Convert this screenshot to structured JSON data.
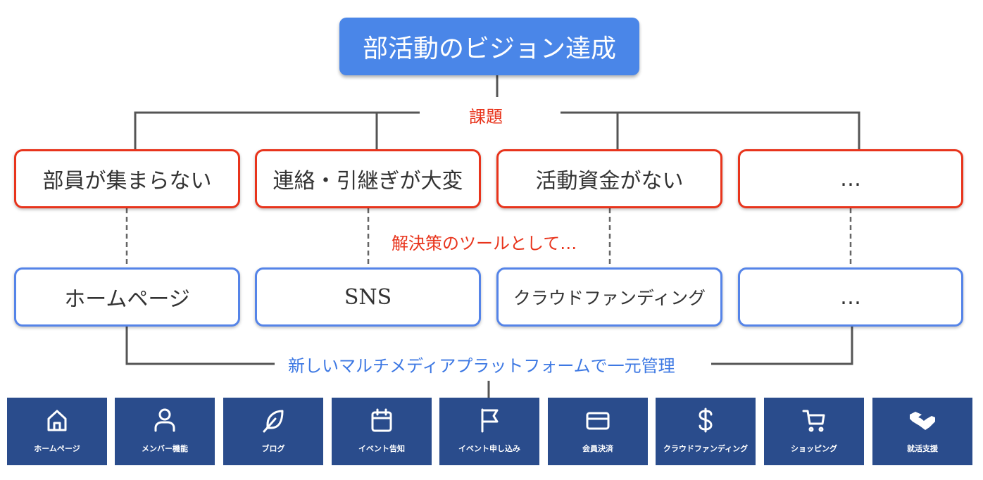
{
  "goal": "部活動のビジョン達成",
  "issues_label": "課題",
  "solutions_label": "解決策のツールとして…",
  "platform_label": "新しいマルチメディアプラットフォームで一元管理",
  "problems": [
    "部員が集まらない",
    "連絡・引継ぎが大変",
    "活動資金がない",
    "…"
  ],
  "solutions": [
    "ホームページ",
    "SNS",
    "クラウドファンディング",
    "…"
  ],
  "features": [
    {
      "label": "ホームページ",
      "icon": "home-icon"
    },
    {
      "label": "メンバー機能",
      "icon": "user-icon"
    },
    {
      "label": "ブログ",
      "icon": "feather-icon"
    },
    {
      "label": "イベント告知",
      "icon": "calendar-icon"
    },
    {
      "label": "イベント申し込み",
      "icon": "flag-icon"
    },
    {
      "label": "会員決済",
      "icon": "credit-card-icon"
    },
    {
      "label": "クラウドファンディング",
      "icon": "dollar-icon"
    },
    {
      "label": "ショッピング",
      "icon": "cart-icon"
    },
    {
      "label": "就活支援",
      "icon": "handshake-icon"
    }
  ],
  "colors": {
    "problem": "#e8341c",
    "solution": "#5584e8",
    "goal": "#4a86e8",
    "tile": "#2a4c8c"
  }
}
